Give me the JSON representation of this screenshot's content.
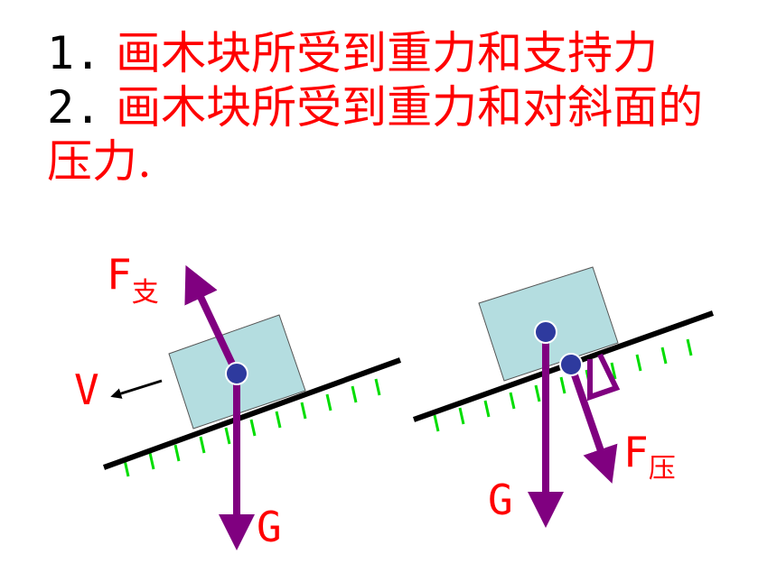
{
  "instructions": {
    "item1": {
      "number": "1.",
      "text": "画木块所受到重力和支持力"
    },
    "item2": {
      "number": "2.",
      "text": "画木块所受到重力和对斜面的"
    },
    "item2_cont": "压力."
  },
  "left_diagram": {
    "support_force": {
      "symbol": "F",
      "subscript": "支"
    },
    "velocity": "V",
    "gravity": "G"
  },
  "right_diagram": {
    "gravity": "G",
    "pressure_force": {
      "symbol": "F",
      "subscript": "压"
    }
  },
  "colors": {
    "text": "#ff0000",
    "numbers": "#000000",
    "arrow": "#800080",
    "block_fill": "#b4dde0",
    "hatch": "#00dd00",
    "dot": "#2e3a9e"
  }
}
